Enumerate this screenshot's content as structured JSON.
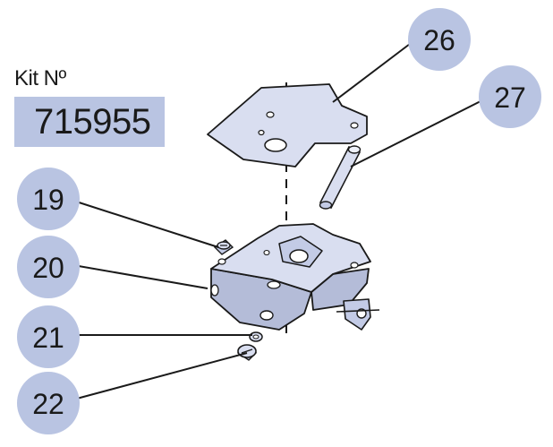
{
  "kit": {
    "label": "Kit Nº",
    "number": "715955"
  },
  "callouts": [
    "26",
    "27",
    "19",
    "20",
    "21",
    "22"
  ],
  "colors": {
    "bubble": "#b9c4e2",
    "part_fill": "#d9def0",
    "part_stroke": "#1a1a1a",
    "part_shadow": "#b4bcd8"
  }
}
